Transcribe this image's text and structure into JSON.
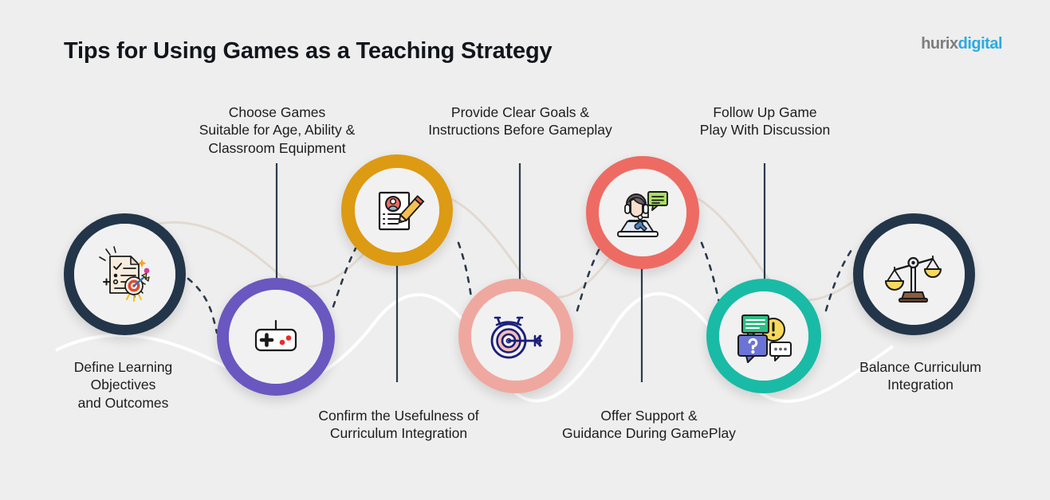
{
  "header": {
    "title": "Tips for Using Games as a Teaching Strategy",
    "logo_primary": "hurix",
    "logo_accent": "digital"
  },
  "theme": {
    "background": "#eeeeee",
    "node_fill": "#f1f1f1",
    "navy": "#233549",
    "purple": "#6a57c0",
    "gold": "#dd9a13",
    "salmon": "#efa89f",
    "coral": "#ee6b63",
    "teal": "#19bba6",
    "ribbon": "#ddd4cb",
    "text": "#1d1d1d",
    "logo_accent_color": "#29abe2"
  },
  "steps": [
    {
      "id": "define-objectives",
      "label": "Define Learning\nObjectives\nand Outcomes",
      "ring_color": "#233549",
      "icon": "checklist-target-icon",
      "position": "bottom"
    },
    {
      "id": "choose-games",
      "label": "Choose Games\nSuitable for Age, Ability &\nClassroom Equipment",
      "ring_color": "#6a57c0",
      "icon": "game-controller-icon",
      "position": "top"
    },
    {
      "id": "confirm-usefulness",
      "label": "Confirm the Usefulness of\nCurriculum Integration",
      "ring_color": "#dd9a13",
      "icon": "document-profile-pencil-icon",
      "position": "bottom"
    },
    {
      "id": "provide-clear-goals",
      "label": "Provide Clear Goals &\nInstructions Before Gameplay",
      "ring_color": "#efa89f",
      "icon": "bullseye-arrow-icon",
      "position": "top"
    },
    {
      "id": "offer-support",
      "label": "Offer Support &\nGuidance During GamePlay",
      "ring_color": "#ee6b63",
      "icon": "support-agent-icon",
      "position": "bottom"
    },
    {
      "id": "follow-up-discussion",
      "label": "Follow Up Game\nPlay With Discussion",
      "ring_color": "#19bba6",
      "icon": "speech-bubbles-icon",
      "position": "top"
    },
    {
      "id": "balance-curriculum",
      "label": "Balance Curriculum\nIntegration",
      "ring_color": "#233549",
      "icon": "balance-scales-icon",
      "position": "bottom"
    }
  ]
}
